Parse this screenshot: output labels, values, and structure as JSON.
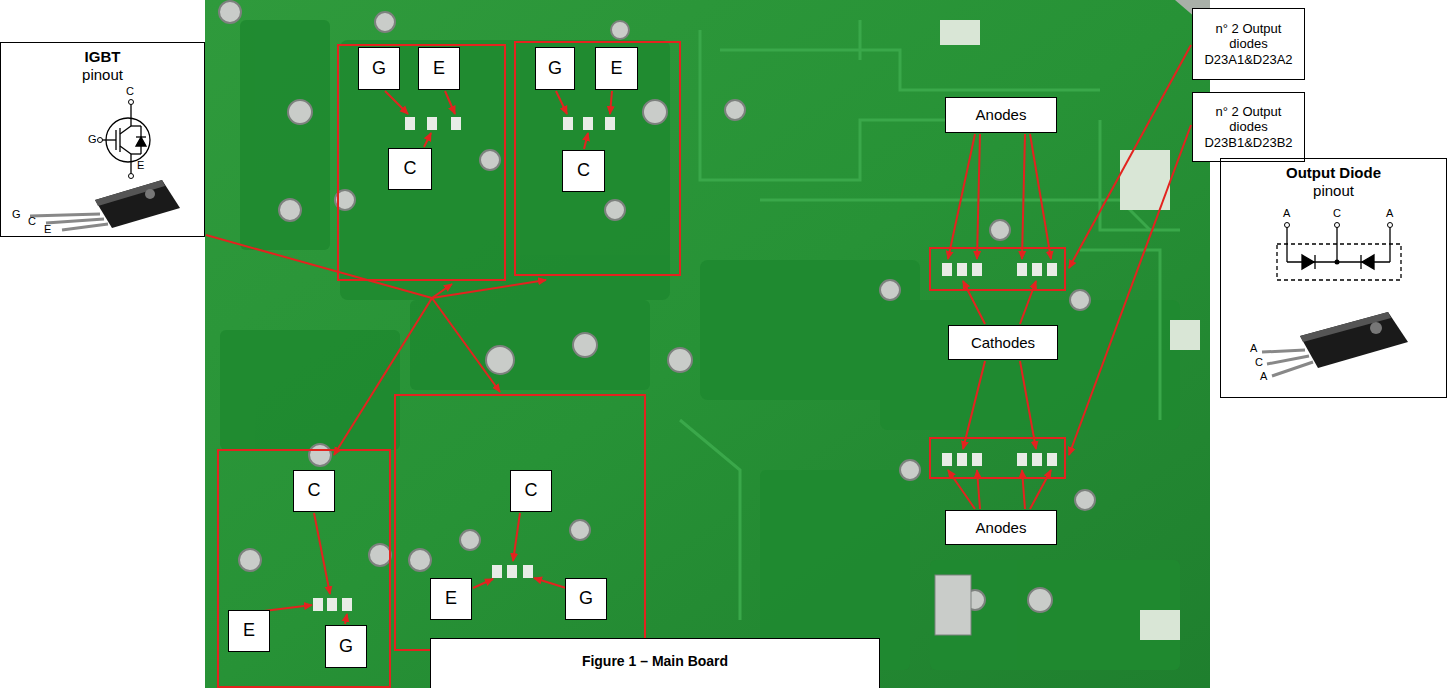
{
  "diagram": {
    "caption": "Figure 1 – Main Board",
    "nodes": [
      {
        "text": [
          "IGBT",
          "pinout"
        ]
      },
      {
        "text": [
          "G"
        ]
      },
      {
        "text": [
          "E"
        ]
      },
      {
        "text": [
          "G"
        ]
      },
      {
        "text": [
          "E"
        ]
      },
      {
        "text": [
          "n° 2 Output diodes D23A1&D23A2"
        ]
      },
      {
        "text": [
          "Anodes"
        ]
      },
      {
        "text": [
          "C"
        ]
      },
      {
        "text": [
          "C"
        ]
      },
      {
        "text": [
          "n° 2 Output diodes D23B1&D23B2"
        ]
      },
      {
        "text": [
          "Cathodes"
        ]
      },
      {
        "text": [
          "Output Diode",
          "pinout"
        ]
      },
      {
        "text": [
          "C"
        ]
      },
      {
        "text": [
          "C"
        ]
      },
      {
        "text": [
          "Anodes"
        ]
      },
      {
        "text": [
          "E"
        ]
      },
      {
        "text": [
          "E"
        ]
      },
      {
        "text": [
          "G"
        ]
      },
      {
        "text": [
          "G"
        ]
      }
    ],
    "labels": [
      "C",
      "G",
      "E",
      "G",
      "C",
      "E",
      "A",
      "C",
      "A",
      "A",
      "C",
      "A"
    ]
  }
}
